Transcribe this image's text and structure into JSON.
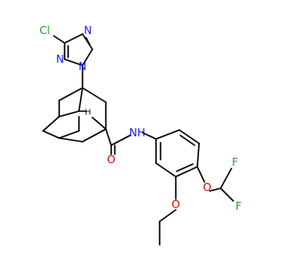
{
  "colors": {
    "bond": "#000000",
    "nitrogen": "#1a1aff",
    "oxygen": "#e00000",
    "chlorine": "#1fa01f",
    "fluorine": "#2e9e2e",
    "carbon": "#000000"
  },
  "labels": {
    "cl": "Cl",
    "triazole_n_top": "N",
    "triazole_n_left": "N",
    "triazole_n_bottom": "N",
    "cage_h": "H",
    "amide_nh": "NH",
    "amide_o": "O",
    "ether_o": "O",
    "ethoxy_o": "O",
    "f_top": "F",
    "f_bottom": "F"
  }
}
